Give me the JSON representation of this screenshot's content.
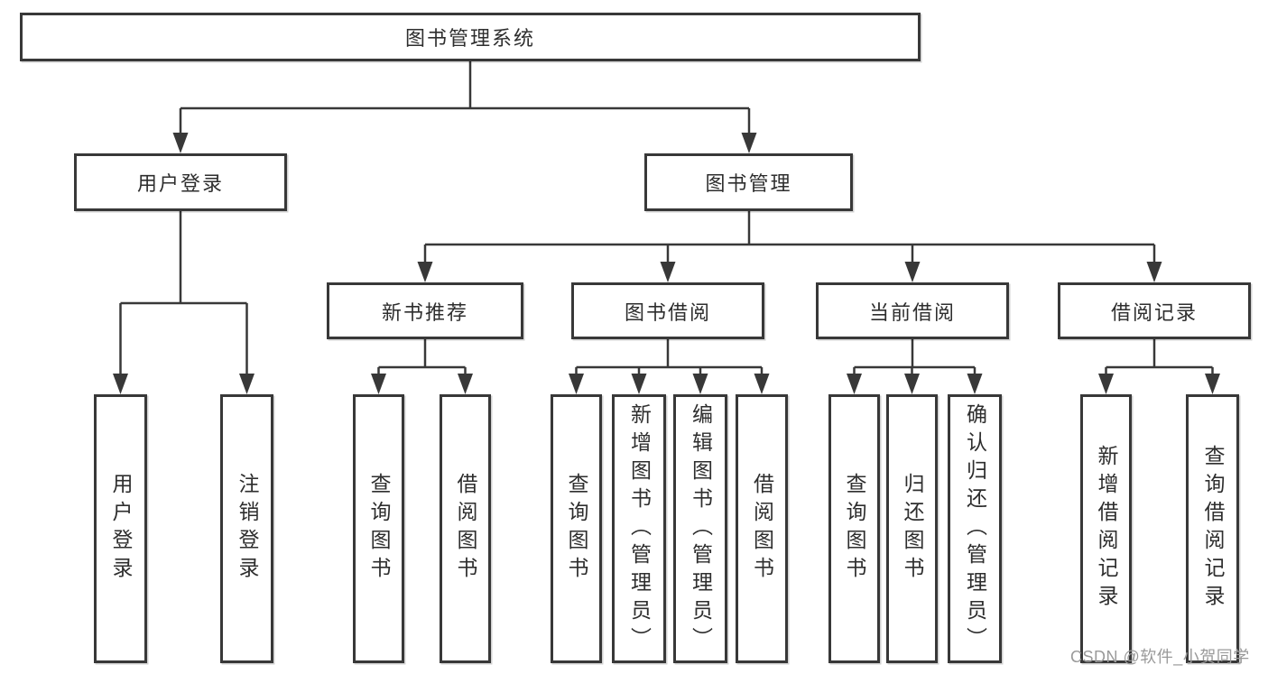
{
  "tree": {
    "label": "图书管理系统",
    "children": [
      {
        "label": "用户登录",
        "children": [
          {
            "label": "用户登录"
          },
          {
            "label": "注销登录"
          }
        ]
      },
      {
        "label": "图书管理",
        "children": [
          {
            "label": "新书推荐",
            "children": [
              {
                "label": "查询图书"
              },
              {
                "label": "借阅图书"
              }
            ]
          },
          {
            "label": "图书借阅",
            "children": [
              {
                "label": "查询图书"
              },
              {
                "label": "新增图书（管理员）"
              },
              {
                "label": "编辑图书（管理员）"
              },
              {
                "label": "借阅图书"
              }
            ]
          },
          {
            "label": "当前借阅",
            "children": [
              {
                "label": "查询图书"
              },
              {
                "label": "归还图书"
              },
              {
                "label": "确认归还（管理员）"
              }
            ]
          },
          {
            "label": "借阅记录",
            "children": [
              {
                "label": "新增借阅记录"
              },
              {
                "label": "查询借阅记录"
              }
            ]
          }
        ]
      }
    ]
  },
  "watermark": {
    "text": "CSDN @软件_小贺同学",
    "color": "#9a9a9a"
  },
  "colors": {
    "line": "#383838",
    "text": "#2e2e2e",
    "background": "#ffffff"
  }
}
